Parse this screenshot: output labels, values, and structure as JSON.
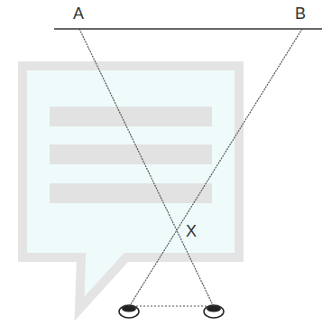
{
  "diagram": {
    "labels": [
      "A",
      "B",
      "X"
    ]
  }
}
